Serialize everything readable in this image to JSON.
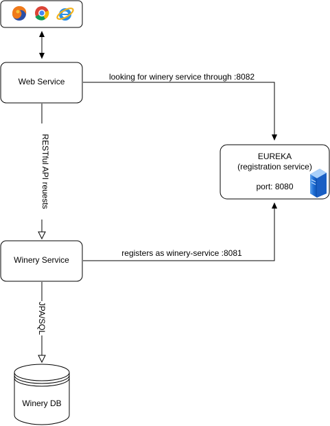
{
  "diagram": {
    "nodes": {
      "browsers": {
        "icons": [
          "firefox-icon",
          "chrome-icon",
          "internet-explorer-icon"
        ]
      },
      "web_service": {
        "label": "Web Service"
      },
      "eureka": {
        "title": "EUREKA",
        "subtitle": "(registration service)",
        "port": "port: 8080",
        "icon": "server-icon"
      },
      "winery_service": {
        "label": "Winery Service"
      },
      "winery_db": {
        "label": "Winery DB"
      }
    },
    "edges": {
      "web_to_eureka": {
        "label": "looking for winery service through :8082"
      },
      "web_to_winery": {
        "label": "RESTful API reuests"
      },
      "winery_to_eureka": {
        "label": "registers as winery-service :8081"
      },
      "winery_to_db": {
        "label": "JPA/SQL"
      }
    },
    "colors": {
      "stroke": "#000000",
      "fill": "#ffffff",
      "server_blue": "#1f6fd6",
      "server_light": "#7fb4f0"
    }
  }
}
